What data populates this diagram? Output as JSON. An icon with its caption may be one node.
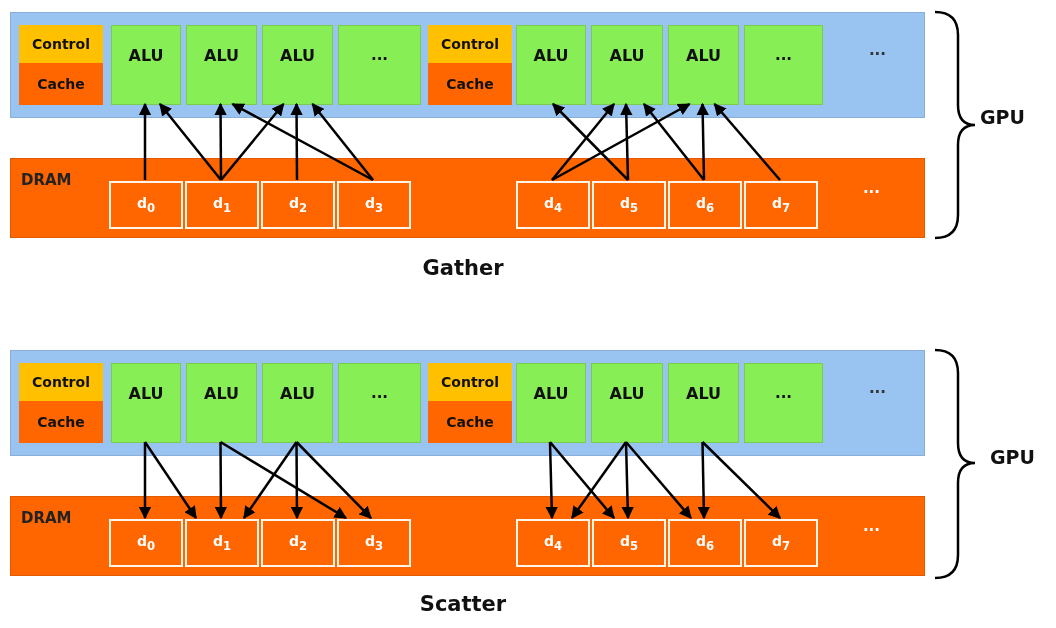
{
  "diagram": {
    "nodes": [
      {
        "text": [
          "..."
        ]
      },
      {
        "text": [
          "Control"
        ],
        "in": 0
      },
      {
        "text": [
          "Cache"
        ],
        "in": 0
      },
      {
        "text": [
          "ALU"
        ],
        "in": 0
      },
      {
        "text": [
          "ALU"
        ],
        "in": 0
      },
      {
        "text": [
          "ALU"
        ],
        "in": 0
      },
      {
        "text": [
          "..."
        ],
        "in": 0
      },
      {
        "text": [
          "Control"
        ],
        "in": 0
      },
      {
        "text": [
          "Cache"
        ],
        "in": 0
      },
      {
        "text": [
          "ALU"
        ],
        "in": 0
      },
      {
        "text": [
          "ALU"
        ],
        "in": 0
      },
      {
        "text": [
          "ALU"
        ],
        "in": 0
      },
      {
        "text": [
          "..."
        ],
        "in": 0
      },
      {
        "text": [
          "DRAM",
          "..."
        ]
      },
      {
        "text": [
          "d$_{0}$"
        ],
        "in": 13
      },
      {
        "text": [
          "d$_{1}$"
        ],
        "in": 13
      },
      {
        "text": [
          "d$_{2}$"
        ],
        "in": 13
      },
      {
        "text": [
          "d$_{3}$"
        ],
        "in": 13
      },
      {
        "text": [
          "d$_{4}$"
        ],
        "in": 13
      },
      {
        "text": [
          "d$_{5}$"
        ],
        "in": 13
      },
      {
        "text": [
          "d$_{6}$"
        ],
        "in": 13
      },
      {
        "text": [
          "d$_{7}$"
        ],
        "in": 13
      },
      {
        "text": [
          "..."
        ]
      },
      {
        "text": [
          "Control"
        ],
        "in": 22
      },
      {
        "text": [
          "Cache"
        ],
        "in": 22
      },
      {
        "text": [
          "ALU"
        ],
        "in": 22
      },
      {
        "text": [
          "ALU"
        ],
        "in": 22
      },
      {
        "text": [
          "ALU"
        ],
        "in": 22
      },
      {
        "text": [
          "..."
        ],
        "in": 22
      },
      {
        "text": [
          "Control"
        ],
        "in": 22
      },
      {
        "text": [
          "Cache"
        ],
        "in": 22
      },
      {
        "text": [
          "ALU"
        ],
        "in": 22
      },
      {
        "text": [
          "ALU"
        ],
        "in": 22
      },
      {
        "text": [
          "ALU"
        ],
        "in": 22
      },
      {
        "text": [
          "..."
        ],
        "in": 22
      },
      {
        "text": [
          "DRAM",
          "..."
        ]
      },
      {
        "text": [
          "d$_{0}$"
        ],
        "in": 35
      },
      {
        "text": [
          "d$_{1}$"
        ],
        "in": 35
      },
      {
        "text": [
          "d$_{2}$"
        ],
        "in": 35
      },
      {
        "text": [
          "d$_{3}$"
        ],
        "in": 35
      },
      {
        "text": [
          "d$_{4}$"
        ],
        "in": 35
      },
      {
        "text": [
          "d$_{5}$"
        ],
        "in": 35
      },
      {
        "text": [
          "d$_{6}$"
        ],
        "in": 35
      },
      {
        "text": [
          "d$_{7}$"
        ],
        "in": 35
      }
    ],
    "edges": [
      {
        "from": 14,
        "to": 3,
        "arrow": "to"
      },
      {
        "from": 15,
        "to": 3,
        "arrow": "to"
      },
      {
        "from": 15,
        "to": 4,
        "arrow": "to"
      },
      {
        "from": 15,
        "to": 5,
        "arrow": "to"
      },
      {
        "from": 16,
        "to": 5,
        "arrow": "to"
      },
      {
        "from": 17,
        "to": 4,
        "arrow": "to"
      },
      {
        "from": 17,
        "to": 5,
        "arrow": "to"
      },
      {
        "from": 18,
        "to": 10,
        "arrow": "to"
      },
      {
        "from": 18,
        "to": 11,
        "arrow": "to"
      },
      {
        "from": 19,
        "to": 9,
        "arrow": "to"
      },
      {
        "from": 19,
        "to": 10,
        "arrow": "to"
      },
      {
        "from": 20,
        "to": 10,
        "arrow": "to"
      },
      {
        "from": 20,
        "to": 11,
        "arrow": "to"
      },
      {
        "from": 21,
        "to": 11,
        "arrow": "to"
      },
      {
        "from": 25,
        "to": 36,
        "arrow": "to"
      },
      {
        "from": 25,
        "to": 37,
        "arrow": "to"
      },
      {
        "from": 26,
        "to": 37,
        "arrow": "to"
      },
      {
        "from": 26,
        "to": 39,
        "arrow": "to"
      },
      {
        "from": 27,
        "to": 37,
        "arrow": "to"
      },
      {
        "from": 27,
        "to": 38,
        "arrow": "to"
      },
      {
        "from": 27,
        "to": 39,
        "arrow": "to"
      },
      {
        "from": 31,
        "to": 40,
        "arrow": "to"
      },
      {
        "from": 31,
        "to": 41,
        "arrow": "to"
      },
      {
        "from": 32,
        "to": 40,
        "arrow": "to"
      },
      {
        "from": 32,
        "to": 41,
        "arrow": "to"
      },
      {
        "from": 32,
        "to": 42,
        "arrow": "to"
      },
      {
        "from": 33,
        "to": 42,
        "arrow": "to"
      },
      {
        "from": 33,
        "to": 43,
        "arrow": "to"
      }
    ],
    "labels": [
      "GPU",
      "Gather",
      "GPU",
      "Scatter"
    ]
  }
}
